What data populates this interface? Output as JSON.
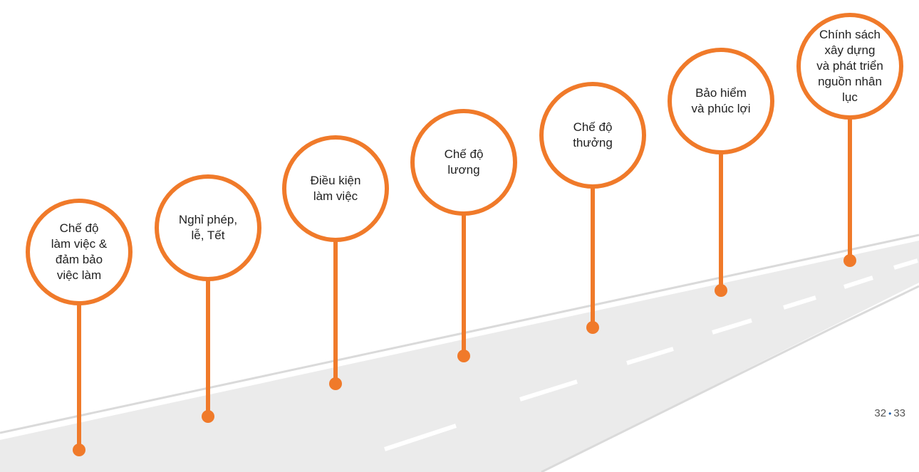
{
  "colors": {
    "accent": "#f07a2a",
    "road": "#ebebeb",
    "road_edge": "#dadada",
    "lane_mark": "#ffffff"
  },
  "milestones": [
    {
      "label": "Chế độ\nlàm việc &\nđảm bảo\nviệc làm"
    },
    {
      "label": "Nghỉ phép,\nlễ, Tết"
    },
    {
      "label": "Điều kiện\nlàm việc"
    },
    {
      "label": "Chế độ\nlương"
    },
    {
      "label": "Chế độ\nthưởng"
    },
    {
      "label": "Bảo hiểm\nvà phúc lợi"
    },
    {
      "label": "Chính sách\nxây dựng\nvà phát triển\nnguồn nhân\nlục"
    }
  ],
  "page_number": {
    "left": "32",
    "separator": "•",
    "right": "33"
  }
}
